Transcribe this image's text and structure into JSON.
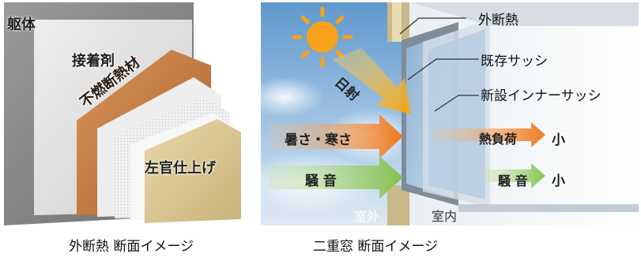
{
  "left": {
    "labels": {
      "body": "躯体",
      "adhesive": "接着剤",
      "insulation": "不燃断熱材",
      "finish": "左官仕上げ"
    },
    "caption": "外断熱 断面イメージ"
  },
  "right": {
    "callouts": {
      "external_insulation": "外断熱",
      "existing_sash": "既存サッシ",
      "new_inner_sash": "新設インナーサッシ"
    },
    "arrows": {
      "sunlight": "日射",
      "heat_cold": "暑さ・寒さ",
      "noise": "騒 音",
      "heat_load": "熱負荷",
      "noise_inside": "騒 音",
      "small1": "小",
      "small2": "小"
    },
    "outside": "室外",
    "inside": "室内",
    "caption": "二重窓 断面イメージ"
  },
  "colors": {
    "orange_arrow": "#f08a2a",
    "green_arrow": "#8cc85a",
    "sun": "#f7a21b",
    "sky_top": "#6fa6d6",
    "glass": "#a8c6de"
  }
}
